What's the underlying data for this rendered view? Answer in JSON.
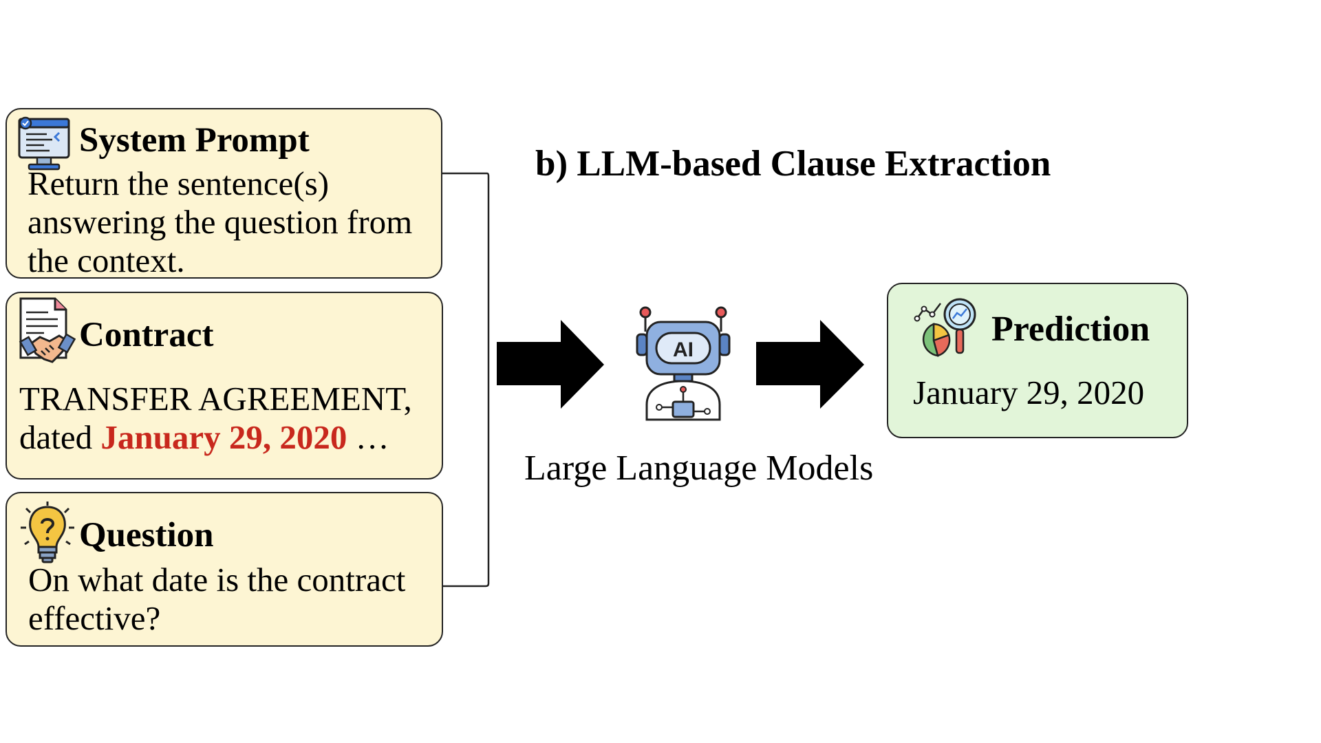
{
  "heading": "b) LLM-based Clause Extraction",
  "system_prompt": {
    "title": "System Prompt",
    "body": "Return the sentence(s) answering the question from the context.",
    "icon": "monitor-code-icon"
  },
  "contract": {
    "title": "Contract",
    "line1": "TRANSFER AGREEMENT,",
    "line2_prefix": "dated ",
    "highlight": "January 29, 2020",
    "line2_suffix": " …",
    "icon": "contract-handshake-icon",
    "highlight_color": "#c8281d"
  },
  "question": {
    "title": "Question",
    "body": "On what date is the contract effective?",
    "icon": "lightbulb-question-icon"
  },
  "model": {
    "label": "Large Language Models",
    "icon_text": "AI",
    "icon": "ai-robot-icon"
  },
  "prediction": {
    "title": "Prediction",
    "value": "January 29, 2020",
    "icon": "analytics-magnifier-icon"
  },
  "colors": {
    "input_card": "#fdf5d3",
    "prediction_card": "#e2f5d9",
    "highlight": "#c8281d"
  }
}
